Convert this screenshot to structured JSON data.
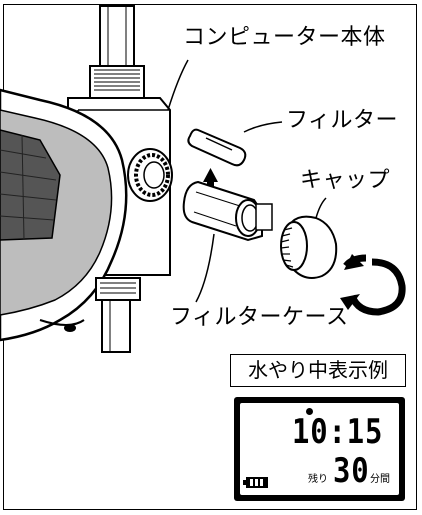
{
  "labels": {
    "computer_body": "コンピューター本体",
    "filter": "フィルター",
    "cap": "キャップ",
    "filter_case": "フィルターケース"
  },
  "display_panel": {
    "title": "水やり中表示例",
    "time": "10:15",
    "remaining_label": "残り",
    "remaining_minutes": "30",
    "unit": "分間"
  }
}
